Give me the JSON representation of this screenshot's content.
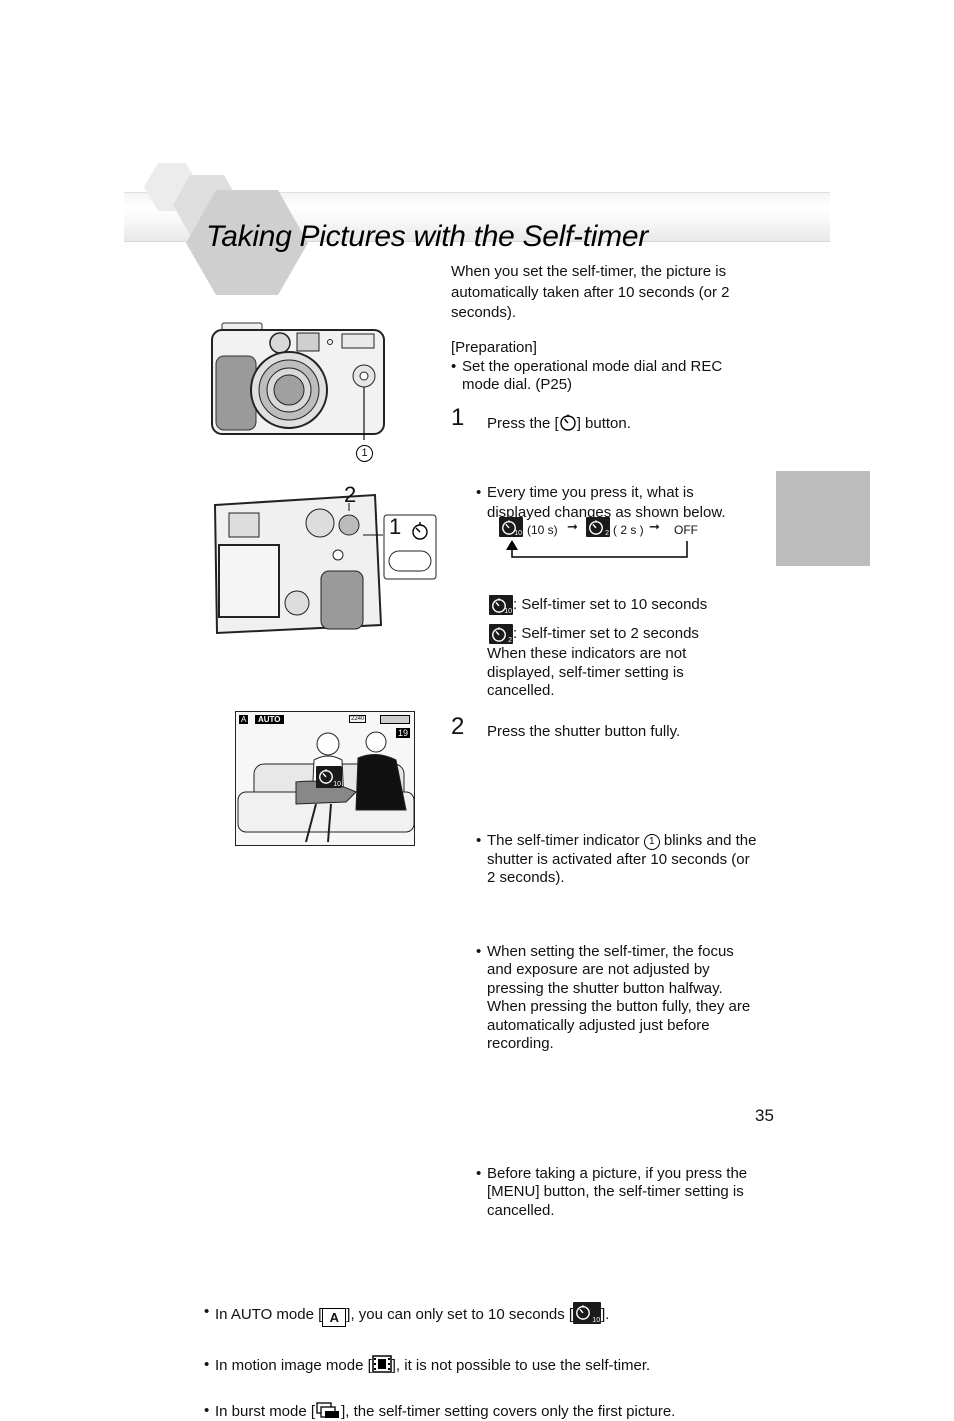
{
  "page": {
    "title": "Taking Pictures with the Self-timer",
    "page_number": "35",
    "side_tab_color": "#bdbdbd"
  },
  "intro": {
    "text": "When you set the self-timer, the picture is automatically taken after 10 seconds (or 2 seconds).",
    "preparation_label": "[Preparation]",
    "preparation_item": "Set the operational mode dial and REC mode dial. (P25)"
  },
  "step1": {
    "number": "1",
    "text_before": "Press the [",
    "text_after": "] button.",
    "bullet": "Every time you press it, what is displayed changes as shown below.",
    "cycle": {
      "item1": "(10 s)",
      "item2": "( 2 s )",
      "item3": "OFF"
    },
    "legend1": ": Self-timer set to 10 seconds",
    "legend2": ": Self-timer set to 2 seconds",
    "legend_note": "When these indicators are not displayed, self-timer setting is cancelled."
  },
  "step2": {
    "number": "2",
    "text": "Press the shutter button fully.",
    "bullet1_before": "The self-timer indicator ",
    "bullet1_circ": "1",
    "bullet1_after": " blinks and the shutter is activated after 10 seconds (or 2 seconds).",
    "bullet2": "When setting the self-timer, the focus and exposure are not adjusted by pressing the shutter button halfway. When pressing the button fully, they are automatically adjusted just before recording.",
    "bullet3": "Before taking a picture, if you press the [MENU] button, the self-timer setting is cancelled."
  },
  "figures": {
    "callout1": "1",
    "callout2": "2",
    "callout_side": "1",
    "lcd_mode": "AUTO",
    "lcd_count": "19",
    "lcd_res": "2240"
  },
  "notes": {
    "n1_before": "In AUTO mode [",
    "n1_mid": "], you can only set to 10 seconds [",
    "n1_after": "].",
    "n2_before": "In motion image mode [",
    "n2_after": "], it is not possible to use the self-timer.",
    "n3_before": "In burst mode [",
    "n3_after": "], the self-timer setting covers only the first picture."
  }
}
